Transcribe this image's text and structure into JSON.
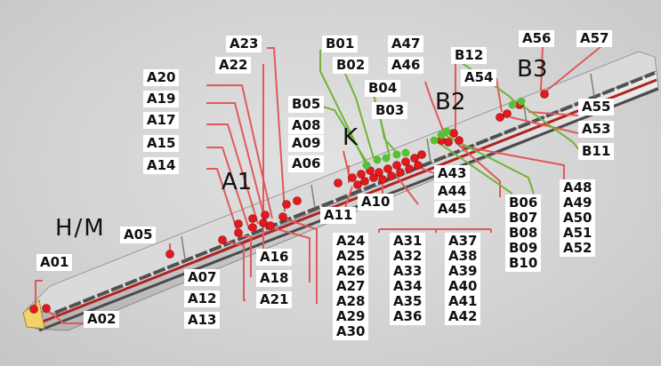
{
  "sections": {
    "hm": "H/M",
    "a1": "A1",
    "k": "K",
    "b2": "B2",
    "b3": "B3"
  },
  "labels": {
    "A01": "A01",
    "A02": "A02",
    "A05": "A05",
    "A06": "A06",
    "A07": "A07",
    "A08": "A08",
    "A09": "A09",
    "A10": "A10",
    "A11": "A11",
    "A12": "A12",
    "A13": "A13",
    "A14": "A14",
    "A15": "A15",
    "A16": "A16",
    "A17": "A17",
    "A18": "A18",
    "A19": "A19",
    "A20": "A20",
    "A21": "A21",
    "A22": "A22",
    "A23": "A23",
    "A43": "A43",
    "A44": "A44",
    "A45": "A45",
    "A46": "A46",
    "A47": "A47",
    "A53": "A53",
    "A54": "A54",
    "A55": "A55",
    "A56": "A56",
    "A57": "A57",
    "B01": "B01",
    "B02": "B02",
    "B03": "B03",
    "B04": "B04",
    "B05": "B05",
    "B11": "B11",
    "B12": "B12"
  },
  "groups": {
    "a24_a30": [
      "A24",
      "A25",
      "A26",
      "A27",
      "A28",
      "A29",
      "A30"
    ],
    "a31_a36": [
      "A31",
      "A32",
      "A33",
      "A34",
      "A35",
      "A36"
    ],
    "a37_a42": [
      "A37",
      "A38",
      "A39",
      "A40",
      "A41",
      "A42"
    ],
    "b06_b10": [
      "B06",
      "B07",
      "B08",
      "B09",
      "B10"
    ],
    "a48_a52": [
      "A48",
      "A49",
      "A50",
      "A51",
      "A52"
    ]
  },
  "colors": {
    "red": "#e8171d",
    "green": "#57c034",
    "red_line": "#e05a5a",
    "green_line": "#73b33a",
    "label_bg": "#ffffff"
  }
}
